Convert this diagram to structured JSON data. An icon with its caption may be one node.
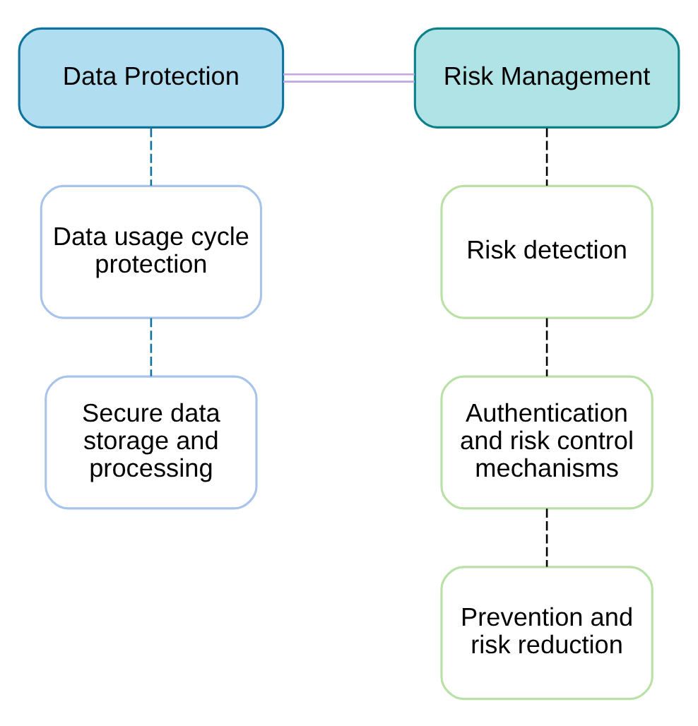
{
  "diagram": {
    "nodes": [
      {
        "text": [
          "Data Protection"
        ]
      },
      {
        "text": [
          "Risk Management"
        ]
      },
      {
        "text": [
          "Data usage cycle protection"
        ]
      },
      {
        "text": [
          "Secure data storage and processing"
        ]
      },
      {
        "text": [
          "Risk detection"
        ]
      },
      {
        "text": [
          "Authentication and risk control mechanisms"
        ]
      },
      {
        "text": [
          "Prevention and risk reduction"
        ]
      }
    ],
    "edges": [
      {
        "from": 0,
        "to": 1,
        "arrow": "none",
        "color": "#c3a6e0"
      },
      {
        "from": 0,
        "to": 2,
        "arrow": "none",
        "style": "dashed",
        "color": "#10739e"
      },
      {
        "from": 2,
        "to": 3,
        "arrow": "none",
        "style": "dashed",
        "color": "#10739e"
      },
      {
        "from": 1,
        "to": 4,
        "arrow": "none",
        "style": "dashed"
      },
      {
        "from": 4,
        "to": 5,
        "arrow": "none",
        "style": "dashed"
      },
      {
        "from": 5,
        "to": 6,
        "arrow": "none",
        "style": "dashed"
      }
    ]
  }
}
